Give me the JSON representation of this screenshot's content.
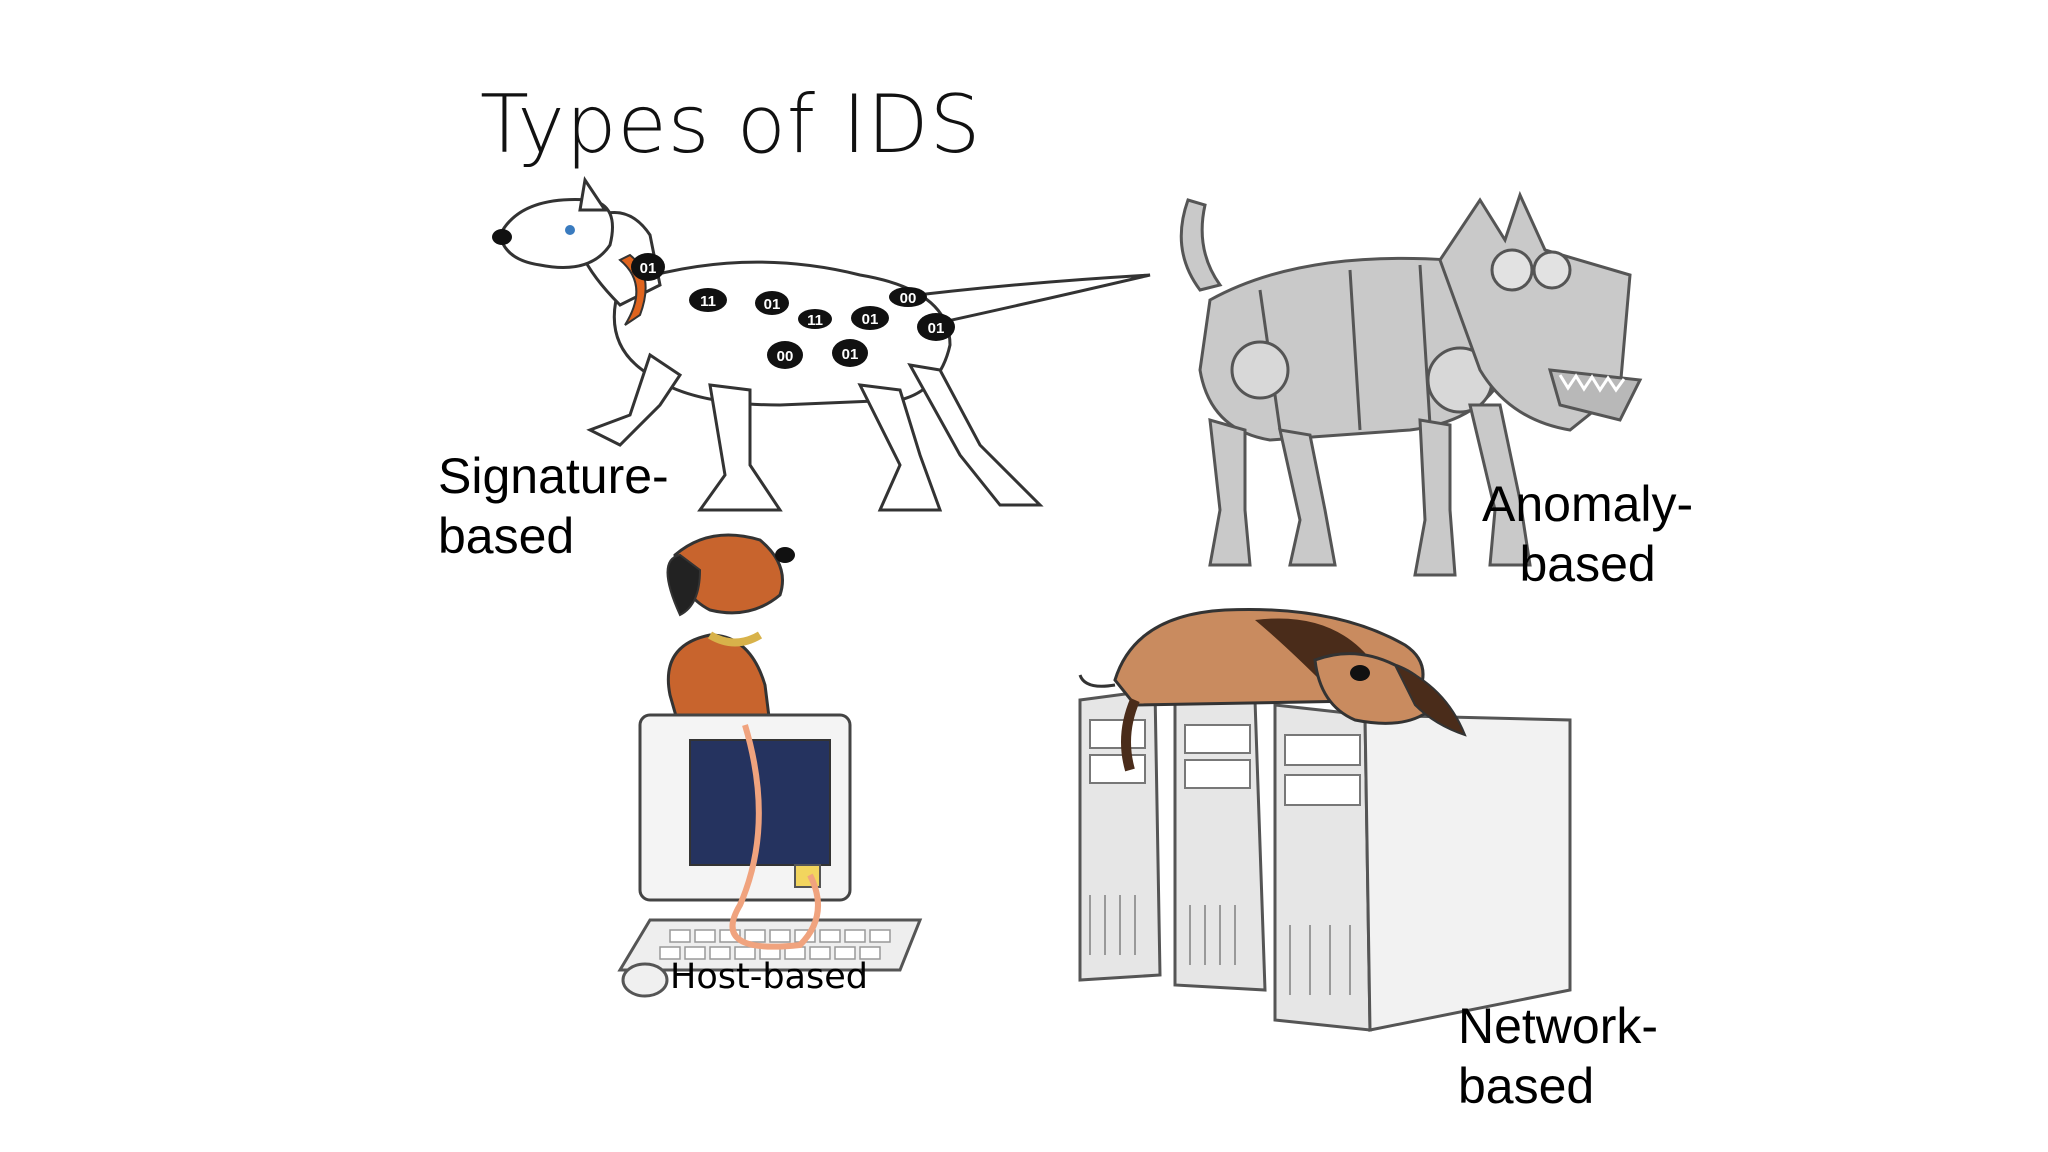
{
  "slide": {
    "title": "Types of IDS",
    "labels": {
      "signature_line1": "Signature-",
      "signature_line2": "based",
      "anomaly_line1": "Anomaly-",
      "anomaly_line2": "based",
      "host": "Host-based",
      "network_line1": "Network-",
      "network_line2": "based"
    },
    "badges": [
      "01",
      "11",
      "01",
      "11",
      "01",
      "00",
      "01",
      "00",
      "01"
    ],
    "colors": {
      "collar": "#e0641e",
      "brown_dog": "#c8642d",
      "screen": "#25335f",
      "robot_grey": "#c9c9c9",
      "server_grey": "#e6e6e6",
      "leash": "#f0a37e"
    }
  }
}
